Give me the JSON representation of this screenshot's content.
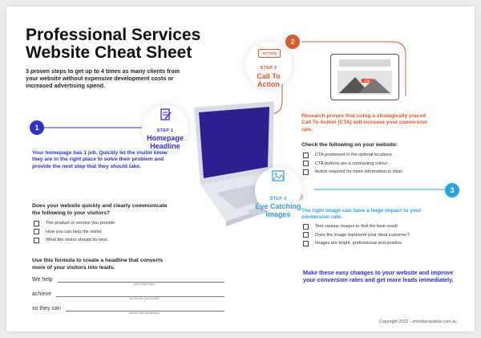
{
  "header": {
    "title_line1": "Professional Services",
    "title_line2": "Website Cheat Sheet",
    "subtitle": "3 proven steps to get up to 4 times as many clients from your website without expensive development costs or increased advertising spend."
  },
  "step1": {
    "number": "1",
    "label": "STEP 1",
    "name_line1": "Homepage",
    "name_line2": "Headline",
    "intro": "Your homepage has 1 job. Quickly let the visitor know they are in the right place to solve their problem and provide the next step that they should take.",
    "question": "Does your website quickly and clearly communicate the following to your visitors?",
    "checklist": [
      "The product or service you provide",
      "How you can help the visitor",
      "What the visitor should do next"
    ],
    "formula_heading": "Use this formula to create a headline that converts more of your visitors into leads.",
    "formula": [
      {
        "lead": "We help",
        "hint": "your target client"
      },
      {
        "lead": "achieve",
        "hint": "the service you provide"
      },
      {
        "lead": "so they can",
        "hint": "results they will achieve"
      }
    ]
  },
  "step2": {
    "number": "2",
    "label": "STEP 2",
    "name_line1": "Call To",
    "name_line2": "Action",
    "icon_text": "ACTION",
    "mock_text": "CTA",
    "research": "Research proves that using a strategically placed Call To Action (CTA) will increase your conversion rate.",
    "check_heading": "Check the following on your website:",
    "checklist": [
      "CTA positioned in the optimal locations",
      "CTA buttons are a contrasting colour",
      "Action required for more information is clear"
    ]
  },
  "step3": {
    "number": "3",
    "label": "STEP 3",
    "name_line1": "Eye Catching",
    "name_line2": "Images",
    "intro": "The right image can have a huge impact to your conversion rate.",
    "checklist": [
      "Test various images to find the best result",
      "Does the image represent your ideal customer?",
      "Images are bright, professional and positive"
    ]
  },
  "closing": "Make these easy changes to your website and improve your conversion rates and get more leads immediately.",
  "footer": "Copyright 2022 - emediacreative.com.au",
  "colors": {
    "blue": "#2a32c8",
    "orange": "#e0592a",
    "cyan": "#2aa3e0",
    "laptop_screen": "#2d1f8f"
  }
}
